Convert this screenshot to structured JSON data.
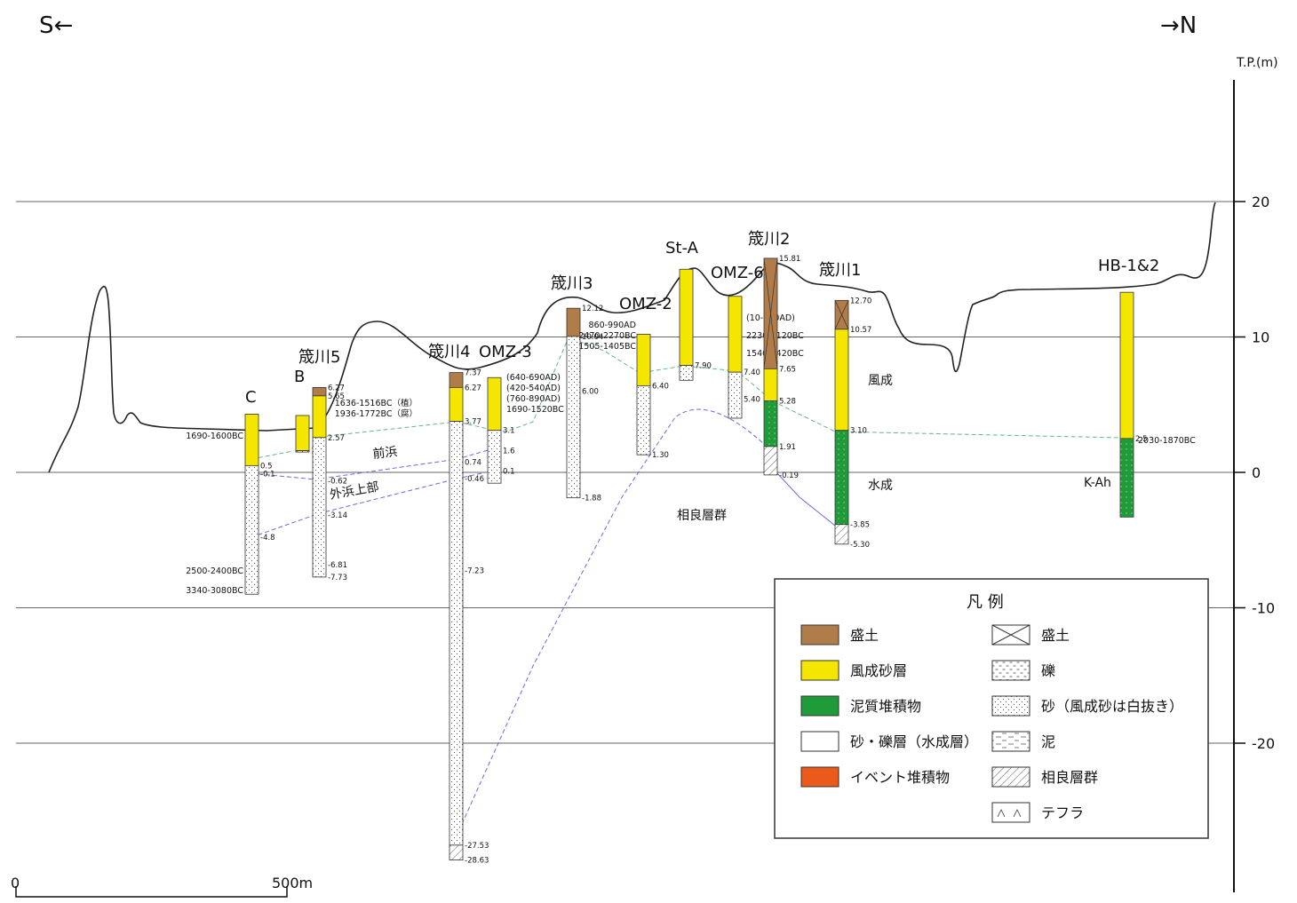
{
  "direction": {
    "south": "S←",
    "north": "→N"
  },
  "axis": {
    "unit": "T.P.(m)",
    "ticks": [
      {
        "value": 20,
        "label": "20"
      },
      {
        "value": 10,
        "label": "10"
      },
      {
        "value": 0,
        "label": "0"
      },
      {
        "value": -10,
        "label": "-10"
      },
      {
        "value": -20,
        "label": "-20"
      }
    ]
  },
  "scale_bar": {
    "start": "0",
    "end": "500m"
  },
  "cores": [
    {
      "id": "C",
      "label": "C",
      "top": 4.3,
      "bottom": -9.0,
      "layers": [
        {
          "top": 4.3,
          "bottom": 0.5,
          "fill": "yellow"
        },
        {
          "top": 0.5,
          "bottom": -9.0,
          "fill": "white"
        }
      ],
      "depths": [
        "0.5",
        "-0.1",
        "-4.8"
      ],
      "dates": [
        "1690-1600BC",
        "2500-2400BC",
        "3340-3080BC"
      ]
    },
    {
      "id": "B",
      "label": "B",
      "top": 4.2,
      "bottom": 1.5,
      "layers": [
        {
          "top": 4.2,
          "bottom": 1.6,
          "fill": "yellow"
        },
        {
          "top": 1.6,
          "bottom": 1.5,
          "fill": "white"
        }
      ],
      "depths": [
        "1.6"
      ],
      "dates": []
    },
    {
      "id": "shinokawa5",
      "label": "筬川5",
      "top": 6.27,
      "bottom": -7.73,
      "layers": [
        {
          "top": 6.27,
          "bottom": 5.65,
          "fill": "brown"
        },
        {
          "top": 5.65,
          "bottom": 2.57,
          "fill": "yellow"
        },
        {
          "top": 2.57,
          "bottom": -7.73,
          "fill": "white"
        }
      ],
      "depths": [
        "6.27",
        "5.65",
        "2.57",
        "-0.62",
        "-3.14",
        "-6.81",
        "-7.73"
      ],
      "dates": []
    },
    {
      "id": "shinokawa4",
      "label": "筬川4",
      "top": 7.37,
      "bottom": -28.63,
      "layers": [
        {
          "top": 7.37,
          "bottom": 6.27,
          "fill": "brown"
        },
        {
          "top": 6.27,
          "bottom": 3.77,
          "fill": "yellow"
        },
        {
          "top": 3.77,
          "bottom": -27.53,
          "fill": "white"
        },
        {
          "top": -27.53,
          "bottom": -28.63,
          "fill": "hatch"
        }
      ],
      "depths": [
        "7.37",
        "6.27",
        "3.77",
        "0.74",
        "-0.46",
        "-7.23",
        "-27.53",
        "-28.63"
      ],
      "dates": [
        "1636-1516BC（植）",
        "1936-1772BC（腐）"
      ]
    },
    {
      "id": "OMZ-3",
      "label": "OMZ-3",
      "top": 7.0,
      "bottom": -0.8,
      "layers": [
        {
          "top": 7.0,
          "bottom": 3.1,
          "fill": "yellow"
        },
        {
          "top": 3.1,
          "bottom": -0.8,
          "fill": "white"
        }
      ],
      "depths": [
        "3.1",
        "1.6",
        "0.1"
      ],
      "dates": [
        "(640-690AD)",
        "(420-540AD)",
        "(760-890AD)",
        "1690-1520BC"
      ]
    },
    {
      "id": "shinokawa3",
      "label": "筬川3",
      "top": 12.12,
      "bottom": -1.88,
      "layers": [
        {
          "top": 12.12,
          "bottom": 10.04,
          "fill": "brown"
        },
        {
          "top": 10.04,
          "bottom": -1.88,
          "fill": "white"
        }
      ],
      "depths": [
        "12.12",
        "10.04",
        "6.00",
        "-1.88"
      ],
      "dates": []
    },
    {
      "id": "OMZ-2",
      "label": "OMZ-2",
      "top": 10.2,
      "bottom": 1.3,
      "layers": [
        {
          "top": 10.2,
          "bottom": 6.4,
          "fill": "yellow"
        },
        {
          "top": 6.4,
          "bottom": 1.3,
          "fill": "white"
        }
      ],
      "depths": [
        "6.40",
        "1.30"
      ],
      "dates": [
        "860-990AD",
        "2470-2270BC",
        "1505-1405BC"
      ]
    },
    {
      "id": "St-A",
      "label": "St-A",
      "top": 15.0,
      "bottom": 6.8,
      "layers": [
        {
          "top": 15.0,
          "bottom": 7.9,
          "fill": "yellow"
        },
        {
          "top": 7.9,
          "bottom": 6.8,
          "fill": "white"
        }
      ],
      "depths": [
        "7.90"
      ],
      "dates": []
    },
    {
      "id": "OMZ-6",
      "label": "OMZ-6",
      "top": 13.0,
      "bottom": 4.0,
      "layers": [
        {
          "top": 13.0,
          "bottom": 7.4,
          "fill": "yellow"
        },
        {
          "top": 7.4,
          "bottom": 4.0,
          "fill": "white"
        }
      ],
      "depths": [
        "7.40",
        "5.40"
      ],
      "dates": [
        "(10-130AD)",
        "2230-2120BC",
        "1540-1420BC"
      ]
    },
    {
      "id": "shinokawa2",
      "label": "筬川2",
      "top": 15.81,
      "bottom": -0.19,
      "layers": [
        {
          "top": 15.81,
          "bottom": 7.65,
          "fill": "brown-x"
        },
        {
          "top": 7.65,
          "bottom": 5.28,
          "fill": "yellow"
        },
        {
          "top": 5.28,
          "bottom": 1.91,
          "fill": "green"
        },
        {
          "top": 1.91,
          "bottom": -0.19,
          "fill": "hatch"
        }
      ],
      "depths": [
        "15.81",
        "7.65",
        "5.28",
        "1.91",
        "-0.19"
      ],
      "dates": []
    },
    {
      "id": "shinokawa1",
      "label": "筬川1",
      "top": 12.7,
      "bottom": -5.3,
      "layers": [
        {
          "top": 12.7,
          "bottom": 10.57,
          "fill": "brown-x"
        },
        {
          "top": 10.57,
          "bottom": 3.1,
          "fill": "yellow"
        },
        {
          "top": 3.1,
          "bottom": -3.85,
          "fill": "green"
        },
        {
          "top": -3.85,
          "bottom": -5.3,
          "fill": "hatch"
        }
      ],
      "depths": [
        "12.70",
        "10.57",
        "3.10",
        "-3.85",
        "-5.30"
      ],
      "dates": []
    },
    {
      "id": "HB-1-2",
      "label": "HB-1&2",
      "top": 13.3,
      "bottom": -3.3,
      "layers": [
        {
          "top": 13.3,
          "bottom": 2.5,
          "fill": "yellow"
        },
        {
          "top": 2.5,
          "bottom": -3.3,
          "fill": "green"
        }
      ],
      "depths": [
        "2.5"
      ],
      "dates": [
        "2030-1870BC"
      ]
    }
  ],
  "annotations": {
    "foreshore": "前浜",
    "upper_shoreface": "外浜上部",
    "eolian": "風成",
    "aqueous": "水成",
    "sagara_group": "相良層群",
    "tephra_ka": "K-Ah"
  },
  "legend": {
    "title": "凡 例",
    "colors": [
      {
        "label": "盛土",
        "color": "#b07d4a"
      },
      {
        "label": "風成砂層",
        "color": "#f5e600"
      },
      {
        "label": "泥質堆積物",
        "color": "#1f9b3a"
      },
      {
        "label": "砂・礫層（水成層）",
        "color": "#ffffff"
      },
      {
        "label": "イベント堆積物",
        "color": "#ea5a1a"
      }
    ],
    "patterns": [
      {
        "label": "盛土",
        "pattern": "cross"
      },
      {
        "label": "礫",
        "pattern": "gravel"
      },
      {
        "label": "砂（風成砂は白抜き）",
        "pattern": "dots"
      },
      {
        "label": "泥",
        "pattern": "mud"
      },
      {
        "label": "相良層群",
        "pattern": "hatch"
      },
      {
        "label": "テフラ",
        "pattern": "tephra"
      }
    ]
  }
}
